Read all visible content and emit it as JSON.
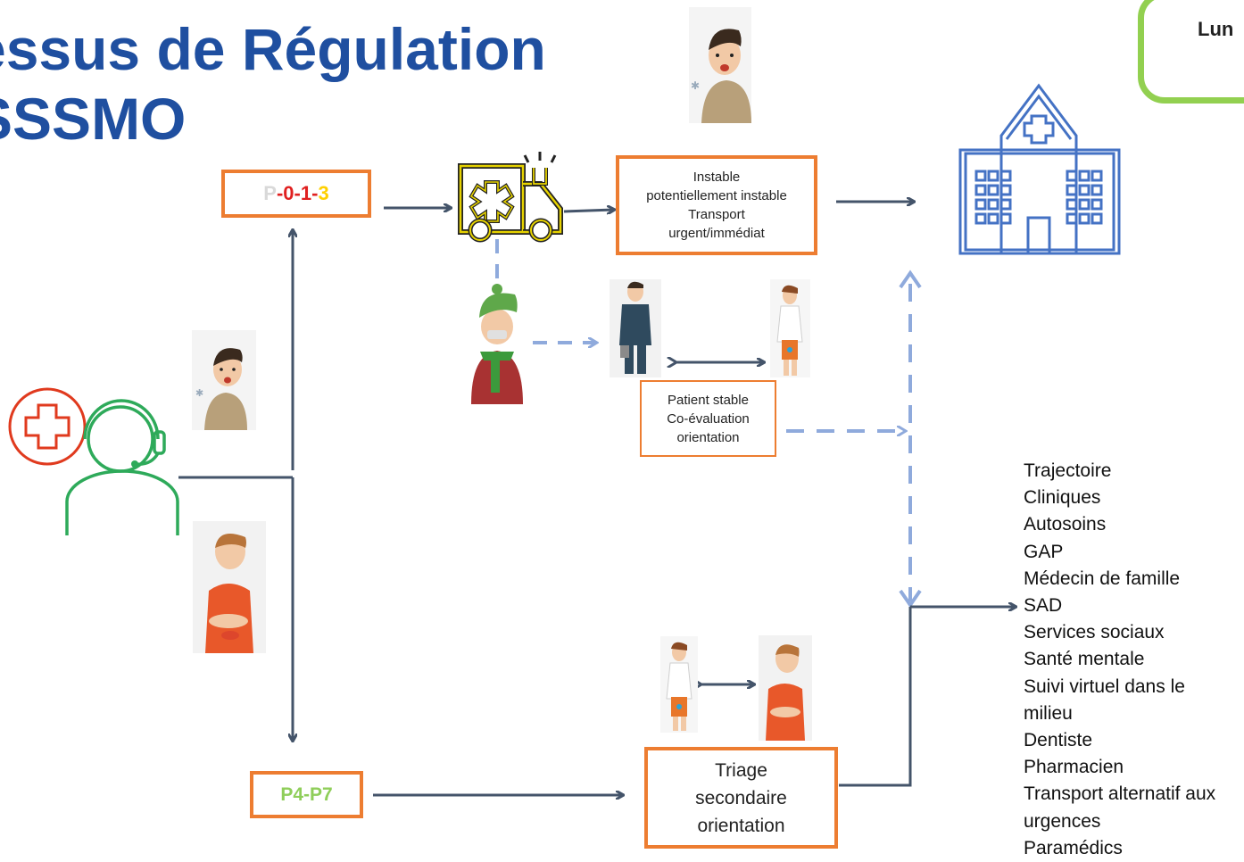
{
  "header": {
    "title_line1": "essus de Régulation",
    "title_line2": "SSSMO",
    "corner_label": "Lun"
  },
  "boxes": {
    "priority_high": {
      "p": "P",
      "d0": "0",
      "d1": "1",
      "d3": "3"
    },
    "unstable": {
      "lines": [
        "Instable",
        "potentiellement instable",
        "Transport",
        "urgent/immédiat"
      ]
    },
    "stable": {
      "lines": [
        "Patient stable",
        "Co-évaluation",
        "orientation"
      ]
    },
    "priority_low": {
      "label": "P4-P7"
    },
    "triage": {
      "lines": [
        "Triage",
        "secondaire",
        "orientation"
      ]
    }
  },
  "destinations": [
    "Trajectoire",
    "Cliniques",
    "Autosoins",
    "GAP",
    "Médecin de famille",
    "SAD",
    "Services sociaux",
    "Santé mentale",
    "Suivi virtuel dans le",
    "milieu",
    "Dentiste",
    "Pharmacien",
    "Transport alternatif aux",
    "urgences",
    "Paramédics"
  ],
  "colors": {
    "title": "#1f4fa0",
    "box_border": "#ed7d31",
    "arrow_solid": "#44546a",
    "arrow_dashed": "#8faadc",
    "hospital": "#4472c4",
    "ambulance": "#e6d200",
    "corner_border": "#92d050",
    "dispatcher": "#2eaa5a",
    "cross": "#e03a1e"
  },
  "icons": [
    "medical-cross-icon",
    "dispatcher-headset-icon",
    "ambulance-icon",
    "hospital-icon",
    "sick-person-icon",
    "paramedic-icon",
    "nurse-icon",
    "patient-icon"
  ]
}
